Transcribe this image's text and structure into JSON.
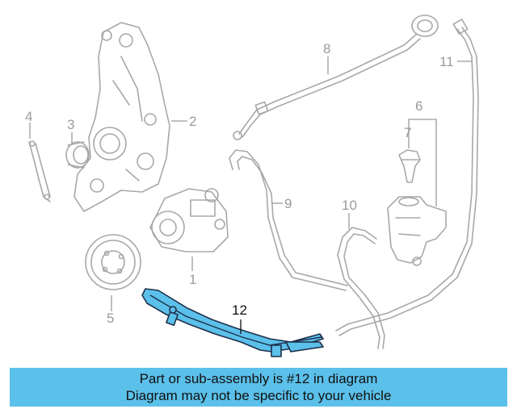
{
  "callouts": {
    "c1": "1",
    "c2": "2",
    "c3": "3",
    "c4": "4",
    "c5": "5",
    "c6": "6",
    "c7": "7",
    "c8": "8",
    "c9": "9",
    "c10": "10",
    "c11": "11",
    "c12": "12"
  },
  "banner": {
    "line1": "Part or sub-assembly is #12 in diagram",
    "line2": "Diagram may not be specific to your vehicle"
  },
  "colors": {
    "highlight": "#5bc0ea",
    "part_lines": "#a8a8a8",
    "active_text": "#111111"
  }
}
